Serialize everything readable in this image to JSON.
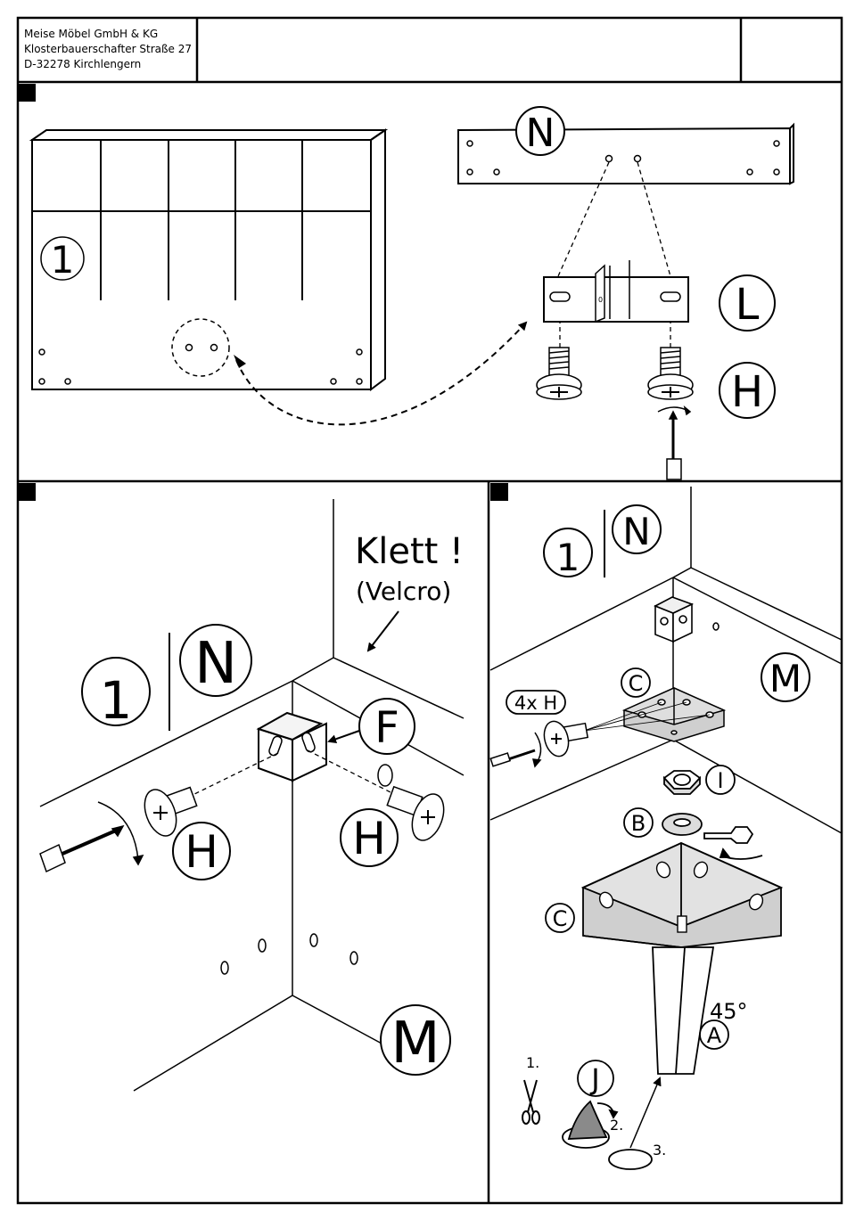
{
  "header": {
    "company_name": "Meise Möbel GmbH & KG",
    "street": "Klosterbauerschafter Straße 27",
    "city": "D-32278 Kirchlengern"
  },
  "step1": {
    "part_board": "1",
    "part_rail": "N",
    "part_bracket": "L",
    "part_screw": "H"
  },
  "step2": {
    "part_side": "1",
    "part_rail": "N",
    "note_title": "Klett !",
    "note_sub": "(Velcro)",
    "part_bracket": "F",
    "part_screw_left": "H",
    "part_screw_right": "H",
    "part_panel": "M"
  },
  "step3": {
    "part_side": "1",
    "part_rail": "N",
    "part_panel": "M",
    "screws_label": "4x H",
    "part_corner_top": "C",
    "part_nut": "I",
    "part_washer": "B",
    "part_corner_big": "C",
    "angle": "45°",
    "part_leg": "A",
    "part_pad": "J",
    "seq_1": "1.",
    "seq_2": "2.",
    "seq_3": "3."
  }
}
